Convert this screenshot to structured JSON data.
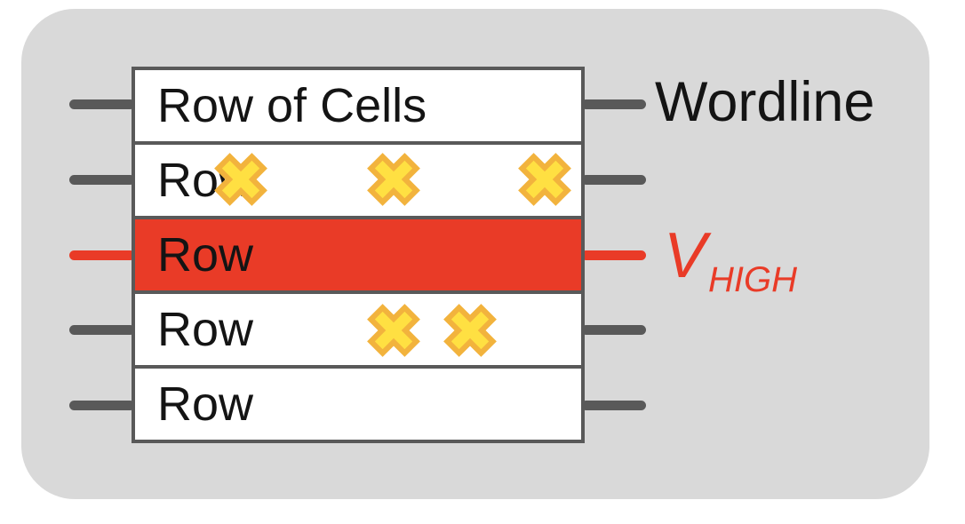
{
  "colors": {
    "panel": "#d9d9d9",
    "line": "#595959",
    "highlight": "#e93b27",
    "text": "#141414",
    "x_fill": "#ffe042",
    "x_stroke": "#f2b33d"
  },
  "labels": {
    "wordline": "Wordline",
    "vhigh_base": "V",
    "vhigh_sub": "HIGH"
  },
  "table": {
    "rows": [
      {
        "label": "Row of Cells",
        "highlighted": false,
        "x_marks": []
      },
      {
        "label": "Row",
        "highlighted": false,
        "x_marks": [
          271,
          443,
          613
        ]
      },
      {
        "label": "Row",
        "highlighted": true,
        "x_marks": []
      },
      {
        "label": "Row",
        "highlighted": false,
        "x_marks": [
          443,
          529
        ]
      },
      {
        "label": "Row",
        "highlighted": false,
        "x_marks": []
      }
    ]
  }
}
